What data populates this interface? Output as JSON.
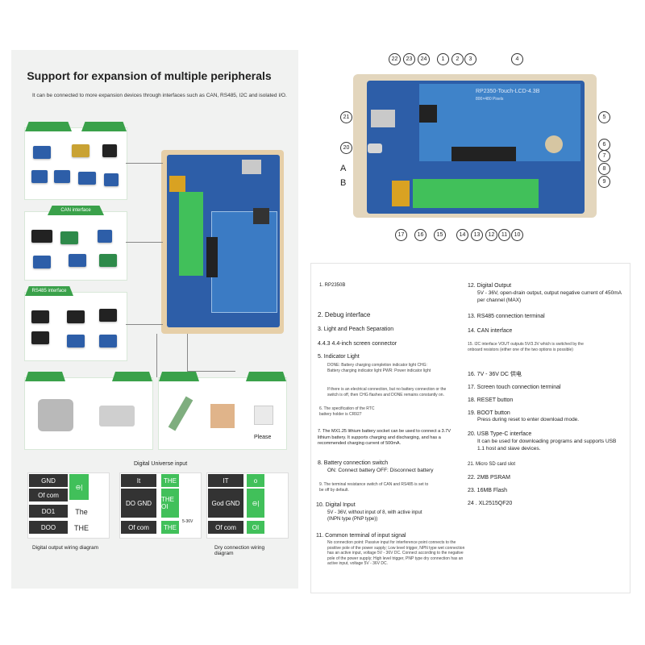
{
  "left": {
    "title": "Support for expansion of multiple peripherals",
    "subtitle": "It can be connected to more expansion devices through interfaces such as CAN, RS485, I2C and isolated I/O.",
    "can_tab": "CAN interface",
    "rs485_tab": "RS485 interface",
    "please_label": "Please",
    "digital_input_title": "Digital Universe input",
    "digital_output_caption": "Digital output wiring diagram",
    "dry_contact_caption": "Dry connection wiring diagram",
    "voltage_label": "5-36V",
    "d1": {
      "rows": [
        "GND",
        "Of com",
        "DO1",
        "DOO"
      ],
      "green": [
        "⊖|",
        "",
        "The",
        "THE"
      ]
    },
    "d2": {
      "rows": [
        "It",
        "DO GND",
        "Of com"
      ],
      "green": [
        "THE",
        "THE OI",
        "THE"
      ]
    },
    "d3": {
      "rows": [
        "IT",
        "God GND",
        "Of com"
      ],
      "green": [
        "o",
        "⊖|",
        "OI"
      ]
    }
  },
  "top_right": {
    "lcd_label_1": "RP2350-Touch-LCD-4.3B",
    "lcd_label_2": "800×480 Pixels",
    "numbers_top": [
      "22",
      "23",
      "24",
      "1",
      "2",
      "3",
      "4"
    ],
    "numbers_right": [
      "5",
      "6",
      "7",
      "8",
      "9"
    ],
    "numbers_left": [
      "21",
      "20"
    ],
    "letters": [
      "A",
      "B"
    ],
    "numbers_bottom": [
      "17",
      "16",
      "15",
      "14",
      "13",
      "12",
      "11",
      "10"
    ]
  },
  "items_left": [
    {
      "title": "1. RP2350B"
    },
    {
      "title": "2. Debug interface"
    },
    {
      "title": "3. Light and Peach Separation"
    },
    {
      "title": "4.4.3 4.4-inch screen connector"
    },
    {
      "title": "5. Indicator Light"
    },
    {
      "detail": "DONE: Battery charging completion indicator light CHG: Battery charging indicator light PWR: Power indicator light"
    },
    {
      "detail": "If there is an electrical connection, but no battery connection or the switch is off, then CHG flashes and DONE remains constantly on."
    },
    {
      "detail": "6. The specification of the RTC battery holder is CR927"
    },
    {
      "title": "7. The MX1.25 lithium battery socket can be used to connect a 3.7V lithium battery. It supports charging and discharging, and has a recommended charging current of 500mA."
    },
    {
      "title": "8. Battery connection switch",
      "sub": "ON: Connect battery OFF: Disconnect battery"
    },
    {
      "detail": "9. The terminal resistance switch of CAN and RS485 is set to be off by default."
    },
    {
      "title": "10. Digital Input",
      "sub": "5V - 36V, without input of 8, with active input (INPN type (PNP type))"
    },
    {
      "title": "11. Common terminal of input signal",
      "sub": "No connection point: Passive input for interference point connects to the positive pole of the power supply; Low level trigger, NPN type wet connection has an active input, voltage 5V - 36V DC. Connect according to the negative pole of the power supply; High level trigger, PNP type dry connection has an active input, voltage 5V - 36V DC."
    }
  ],
  "items_right": [
    {
      "title": "12. Digital Output",
      "sub": "5V - 36V, open-drain output, output negative current of 450mA per channel (MAX)"
    },
    {
      "title": "13. RS485 connection terminal"
    },
    {
      "title": "14. CAN interface"
    },
    {
      "detail": "15. I2C interface VOUT outputs 5V/3.3V which is switched by the onboard resistors (either one of the two options is possible)"
    },
    {
      "title": "16. 7V - 36V DC 供电"
    },
    {
      "title": "17. Screen touch connection terminal"
    },
    {
      "title": "18. RESET button"
    },
    {
      "title": "19. BOOT button",
      "sub": "Press during reset to enter download mode."
    },
    {
      "title": "20. USB Type-C interface",
      "sub": "It can be used for downloading programs and supports USB 1.1 host and slave devices."
    },
    {
      "title": "21. Micro SD card slot"
    },
    {
      "title": "22. 2MB PSRAM"
    },
    {
      "title": "23. 16MB Flash"
    },
    {
      "title": "24 . XL2515QF20"
    }
  ]
}
